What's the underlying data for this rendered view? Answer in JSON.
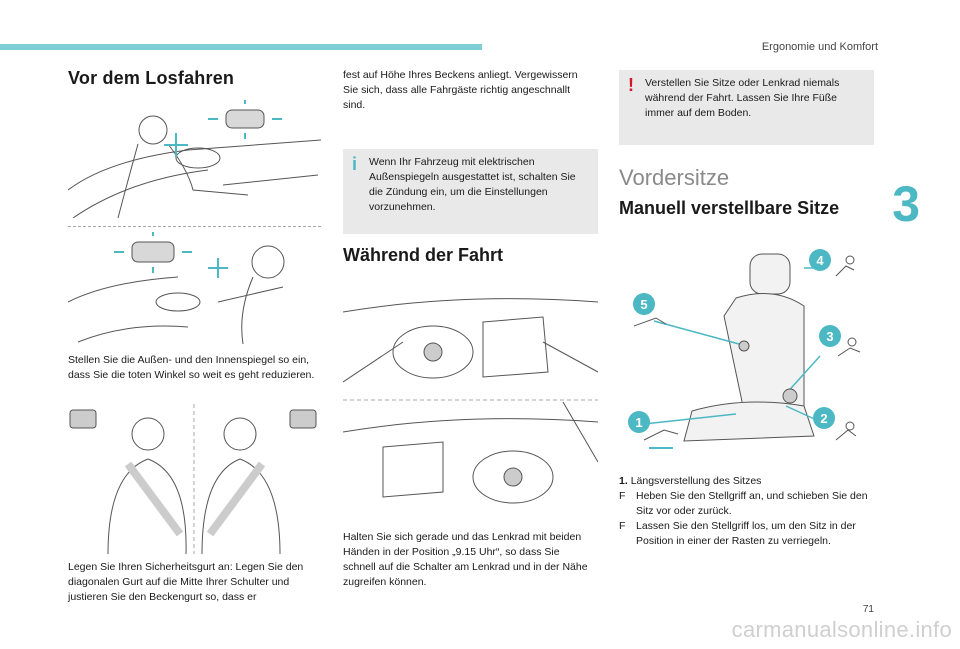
{
  "header": {
    "title": "Ergonomie und Komfort",
    "chapter": "3",
    "page": "71"
  },
  "left": {
    "heading": "Vor dem Losfahren",
    "mirrors_text": "Stellen Sie die Außen- und den Innenspiegel so ein, dass Sie die toten Winkel so weit es geht reduzieren.",
    "belt_text": "Legen Sie Ihren Sicherheitsgurt an: Legen Sie den diagonalen Gurt auf die Mitte Ihrer Schulter und justieren Sie den Beckengurt so, dass er"
  },
  "middle": {
    "continued_text": "fest auf Höhe Ihres Beckens anliegt. Vergewissern Sie sich, dass alle Fahrgäste richtig angeschnallt sind.",
    "info_icon": "i",
    "info_text": "Wenn Ihr Fahrzeug mit elektrischen Außenspiegeln ausgestattet ist, schalten Sie die Zündung ein, um die Einstellungen vorzunehmen.",
    "heading": "Während der Fahrt",
    "driving_text": "Halten Sie sich gerade und das Lenkrad mit beiden Händen in der Position „9.15 Uhr“, so dass Sie schnell auf die Schalter am Lenkrad und in der Nähe zugreifen können."
  },
  "right": {
    "warn_icon": "!",
    "warn_text": "Verstellen Sie Sitze oder Lenkrad niemals während der Fahrt. Lassen Sie Ihre Füße immer auf dem Boden.",
    "section": "Vordersitze",
    "heading": "Manuell verstellbare Sitze",
    "badges": [
      "1",
      "2",
      "3",
      "4",
      "5"
    ],
    "item1_num": "1.",
    "item1_title": "Längsverstellung des Sitzes",
    "bullet_char": "F",
    "bullets": [
      "Heben Sie den Stellgriff an, und schieben Sie den Sitz vor oder zurück.",
      "Lassen Sie den Stellgriff los, um den Sitz in der Position in einer der Rasten zu verriegeln."
    ]
  },
  "watermark": "carmanualsonline.info",
  "colors": {
    "accent": "#4bb8c4",
    "warning": "#d4182a",
    "notice_bg": "#e9e9e9",
    "top_bar": "#7ecfd4"
  }
}
